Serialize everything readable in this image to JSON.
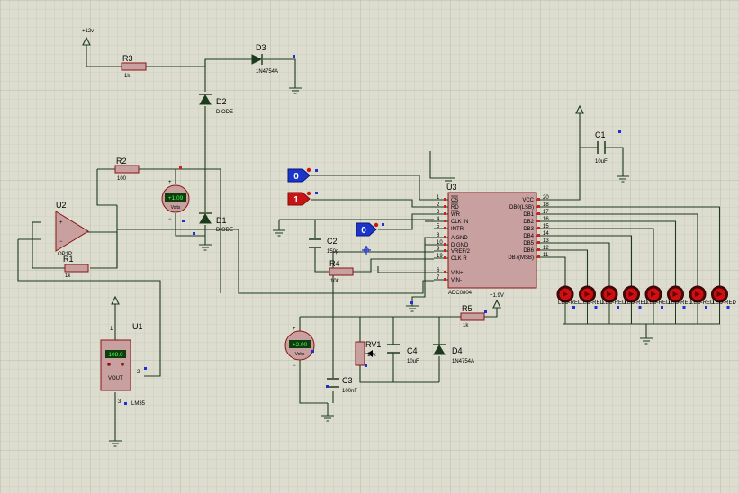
{
  "supply": {
    "v12": "+12v",
    "v19": "+1.9V"
  },
  "components": {
    "R3": {
      "ref": "R3",
      "value": "1k"
    },
    "R2": {
      "ref": "R2",
      "value": "100"
    },
    "R1": {
      "ref": "R1",
      "value": "1k"
    },
    "R4": {
      "ref": "R4",
      "value": "10k"
    },
    "R5": {
      "ref": "R5",
      "value": "1k"
    },
    "RV1": {
      "ref": "RV1",
      "value": "10k"
    },
    "D1": {
      "ref": "D1",
      "value": "DIODE"
    },
    "D2": {
      "ref": "D2",
      "value": "DIODE"
    },
    "D3": {
      "ref": "D3",
      "value": "1N4754A"
    },
    "D4": {
      "ref": "D4",
      "value": "1N4754A"
    },
    "C1": {
      "ref": "C1",
      "value": "10uF"
    },
    "C2": {
      "ref": "C2",
      "value": "150p"
    },
    "C3": {
      "ref": "C3",
      "value": "100nF"
    },
    "C4": {
      "ref": "C4",
      "value": "10uF"
    },
    "U1": {
      "ref": "U1",
      "part": "LM35",
      "display": "108.0",
      "pin_vout": "VOUT",
      "pin1": "1",
      "pin2": "2",
      "pin3": "3"
    },
    "U2": {
      "ref": "U2",
      "part": "OP1P"
    },
    "U3": {
      "ref": "U3",
      "part": "ADC0804"
    }
  },
  "voltmeters": {
    "vm1": {
      "reading": "+1.09",
      "unit": "Volts"
    },
    "vm2": {
      "reading": "+2.00",
      "unit": "Volts"
    }
  },
  "logic_states": {
    "s1": "0",
    "s2": "1",
    "s3": "0"
  },
  "adc_left_pins": [
    {
      "num": "1",
      "name": "CS"
    },
    {
      "num": "2",
      "name": "RD"
    },
    {
      "num": "3",
      "name": "WR"
    },
    {
      "num": "4",
      "name": "CLK IN"
    },
    {
      "num": "5",
      "name": "INTR"
    },
    {
      "num": "8",
      "name": "A GND"
    },
    {
      "num": "10",
      "name": "D GND"
    },
    {
      "num": "9",
      "name": "VREF/2"
    },
    {
      "num": "19",
      "name": "CLK R"
    },
    {
      "num": "6",
      "name": "VIN+"
    },
    {
      "num": "7",
      "name": "VIN-"
    }
  ],
  "adc_right_pins": [
    {
      "num": "20",
      "name": "VCC"
    },
    {
      "num": "18",
      "name": "DB0(LSB)"
    },
    {
      "num": "17",
      "name": "DB1"
    },
    {
      "num": "16",
      "name": "DB2"
    },
    {
      "num": "15",
      "name": "DB3"
    },
    {
      "num": "14",
      "name": "DB4"
    },
    {
      "num": "13",
      "name": "DB5"
    },
    {
      "num": "12",
      "name": "DB6"
    },
    {
      "num": "11",
      "name": "DB7(MSB)"
    }
  ],
  "leds": {
    "label": "LED-RED",
    "count": 8
  }
}
